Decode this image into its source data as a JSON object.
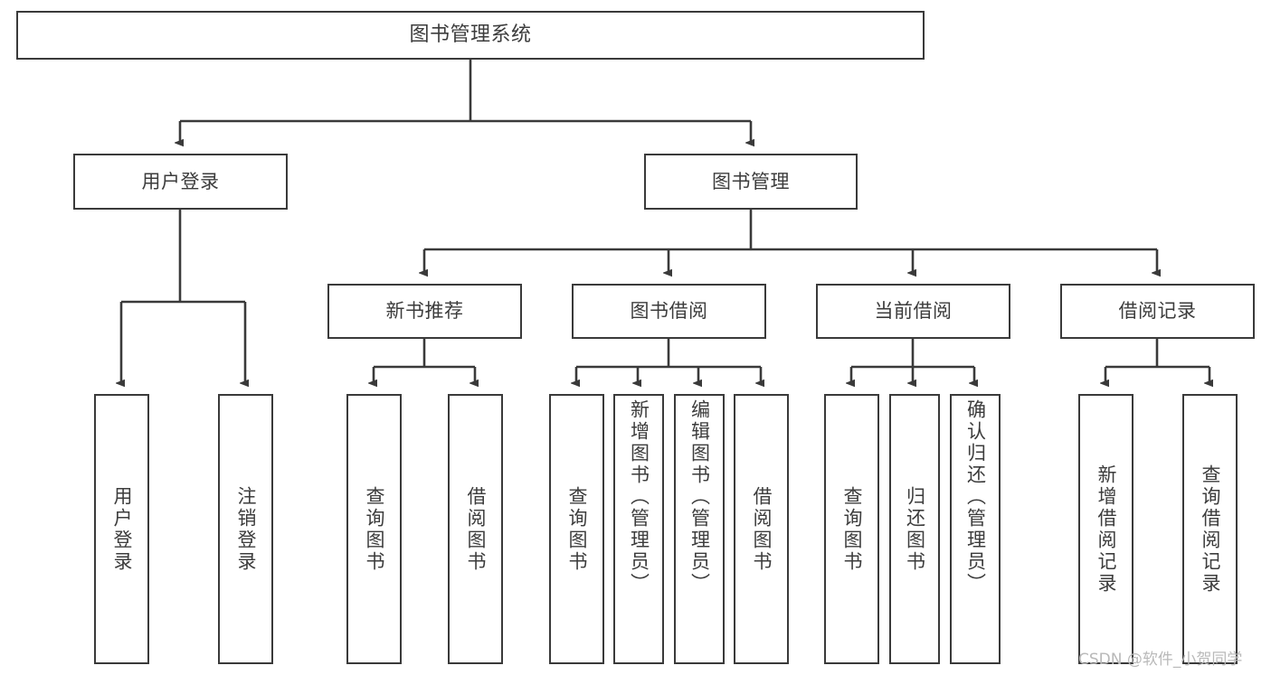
{
  "diagram": {
    "title": "图书管理系统",
    "type": "tree-hierarchy-diagram",
    "colors": {
      "stroke": "#3a3a3a",
      "fill": "#ffffff",
      "text": "#3c3c3c",
      "watermark": "#b9b9b9"
    },
    "root": {
      "label": "图书管理系统"
    },
    "level2": [
      {
        "label": "用户登录"
      },
      {
        "label": "图书管理"
      }
    ],
    "level3": [
      {
        "label": "新书推荐"
      },
      {
        "label": "图书借阅"
      },
      {
        "label": "当前借阅"
      },
      {
        "label": "借阅记录"
      }
    ],
    "leaves": {
      "user_login": [
        {
          "label": "用户登录"
        },
        {
          "label": "注销登录"
        }
      ],
      "new_book_recommend": [
        {
          "label": "查询图书"
        },
        {
          "label": "借阅图书"
        }
      ],
      "book_borrow": [
        {
          "label": "查询图书"
        },
        {
          "label": "新增图书（管理员）"
        },
        {
          "label": "编辑图书（管理员）"
        },
        {
          "label": "借阅图书"
        }
      ],
      "current_borrow": [
        {
          "label": "查询图书"
        },
        {
          "label": "归还图书"
        },
        {
          "label": "确认归还（管理员）"
        }
      ],
      "borrow_record": [
        {
          "label": "新增借阅记录"
        },
        {
          "label": "查询借阅记录"
        }
      ]
    }
  },
  "watermark": {
    "text": "CSDN @软件_小贺同学"
  }
}
